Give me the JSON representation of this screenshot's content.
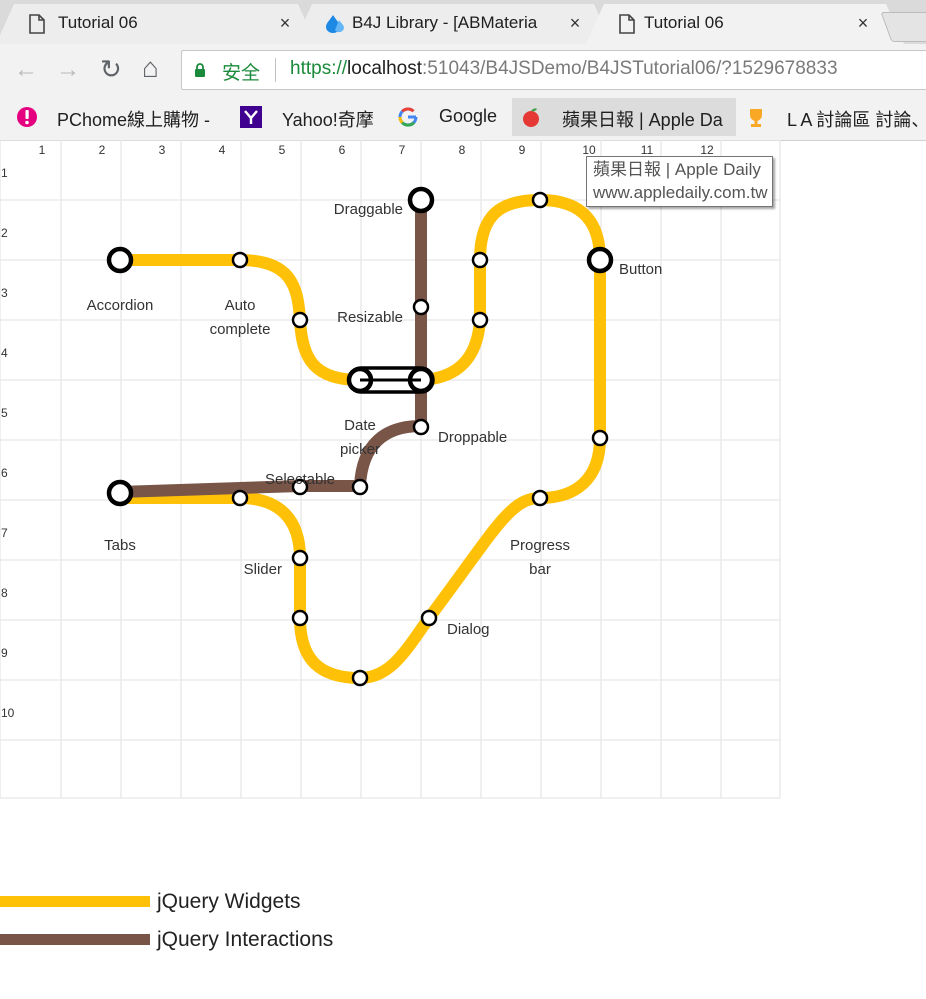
{
  "tabs": [
    {
      "title": "Tutorial 06",
      "icon": "page-icon",
      "active": false
    },
    {
      "title": "B4J Library - [ABMateria",
      "icon": "b4j-icon",
      "active": false
    },
    {
      "title": "Tutorial 06",
      "icon": "page-icon",
      "active": true
    }
  ],
  "tab_close": "×",
  "address": {
    "secure_label": "安全",
    "scheme": "https://",
    "host": "localhost",
    "rest": ":51043/B4JSDemo/B4JSTutorial06/?1529678833"
  },
  "nav": {
    "back": "←",
    "forward": "→",
    "reload": "↻",
    "home": "⌂"
  },
  "bookmarks": [
    {
      "label": "PChome線上購物 - ",
      "icon": "pchome-icon"
    },
    {
      "label": "Yahoo!奇摩",
      "icon": "yahoo-icon"
    },
    {
      "label": "Google",
      "icon": "google-icon"
    },
    {
      "label": "蘋果日報 | Apple Da",
      "icon": "apple-daily-icon"
    },
    {
      "label": "L A 討論區 討論、",
      "icon": "trophy-icon"
    }
  ],
  "tooltip": {
    "line1": "蘋果日報 | Apple Daily",
    "line2": "www.appledaily.com.tw"
  },
  "grid": {
    "col_labels": [
      "1",
      "2",
      "3",
      "4",
      "5",
      "6",
      "7",
      "8",
      "9",
      "10",
      "11",
      "12"
    ],
    "row_labels": [
      "1",
      "2",
      "3",
      "4",
      "5",
      "6",
      "7",
      "8",
      "9",
      "10"
    ]
  },
  "colors": {
    "widgets": "#ffc107",
    "interactions": "#795548",
    "grid": "#e6e6e6"
  },
  "stations": {
    "accordion": "Accordion",
    "autocomplete_1": "Auto",
    "autocomplete_2": "complete",
    "draggable": "Draggable",
    "resizable": "Resizable",
    "datepicker_1": "Date",
    "datepicker_2": "picker",
    "droppable": "Droppable",
    "selectable": "Selectable",
    "tabs": "Tabs",
    "slider": "Slider",
    "dialog": "Dialog",
    "progressbar_1": "Progress",
    "progressbar_2": "bar",
    "button": "Button"
  },
  "legend": [
    {
      "label": "jQuery Widgets",
      "color": "#ffc107"
    },
    {
      "label": "jQuery Interactions",
      "color": "#795548"
    }
  ]
}
